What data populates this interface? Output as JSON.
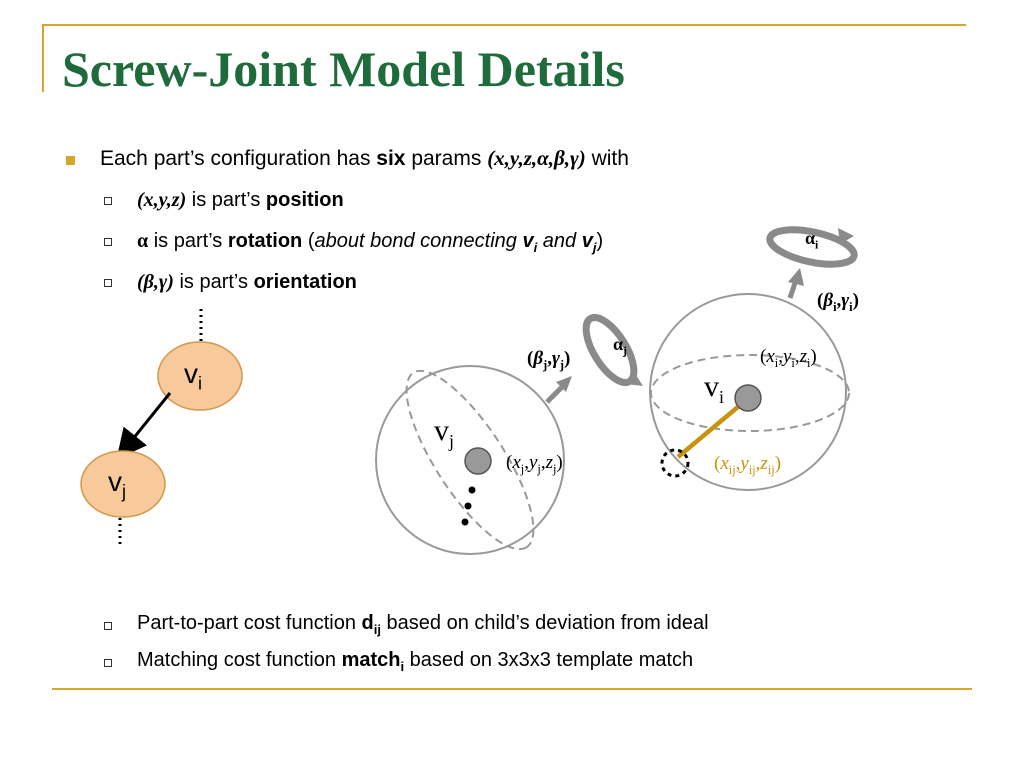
{
  "slide": {
    "title": "Screw-Joint Model Details",
    "bullet1": {
      "text_before": "Each part’s configuration has ",
      "bold": "six",
      "text_mid": " params ",
      "params": "(x,y,z,α,β,γ)",
      "text_after": " with"
    },
    "sub_bullets": [
      {
        "lead": "(x,y,z)",
        "text": " is part’s ",
        "bold": "position"
      },
      {
        "lead": "α",
        "text": " is part’s ",
        "bold": "rotation",
        "paren_open": " (",
        "italic_text": "about bond connecting ",
        "v1": "v",
        "v1_sub": "i",
        "and": " and ",
        "v2": "v",
        "v2_sub": "j",
        "paren_close": ")"
      },
      {
        "lead": "(β,γ)",
        "text": " is part’s ",
        "bold": "orientation"
      }
    ],
    "bottom_bullets": [
      {
        "text": "Part-to-part cost function ",
        "bold": "d",
        "bold_sub": "ij",
        "after": " based on child’s deviation from ideal"
      },
      {
        "text": "Matching cost function ",
        "bold": "match",
        "bold_sub": "i",
        "after": " based on 3x3x3 template match"
      }
    ]
  },
  "diagram": {
    "node_vi": {
      "v": "v",
      "sub": "i"
    },
    "node_vj": {
      "v": "v",
      "sub": "j"
    },
    "sphere_j": {
      "v": "v",
      "sub": "j",
      "coord": {
        "x": "x",
        "xs": "j",
        "y": "y",
        "ys": "j",
        "z": "z",
        "zs": "j"
      },
      "orient": {
        "b": "β",
        "bs": "j",
        "g": "γ",
        "gs": "j"
      },
      "alpha": {
        "a": "α",
        "as": "j"
      }
    },
    "sphere_i": {
      "v": "v",
      "sub": "i",
      "coord": {
        "x": "x",
        "xs": "i",
        "y": "y",
        "ys": "i",
        "z": "z",
        "zs": "i"
      },
      "orient": {
        "b": "β",
        "bs": "i",
        "g": "γ",
        "gs": "i"
      },
      "alpha": {
        "a": "α",
        "as": "i"
      },
      "offset": {
        "x": "x",
        "xs": "ij",
        "y": "y",
        "ys": "ij",
        "z": "z",
        "zs": "ij"
      }
    },
    "colors": {
      "node_fill": "#f8c99a",
      "title": "#1e6b3b",
      "accent": "#d4a62a",
      "bond": "#c8930a",
      "ring": "#8a8a8a"
    }
  }
}
